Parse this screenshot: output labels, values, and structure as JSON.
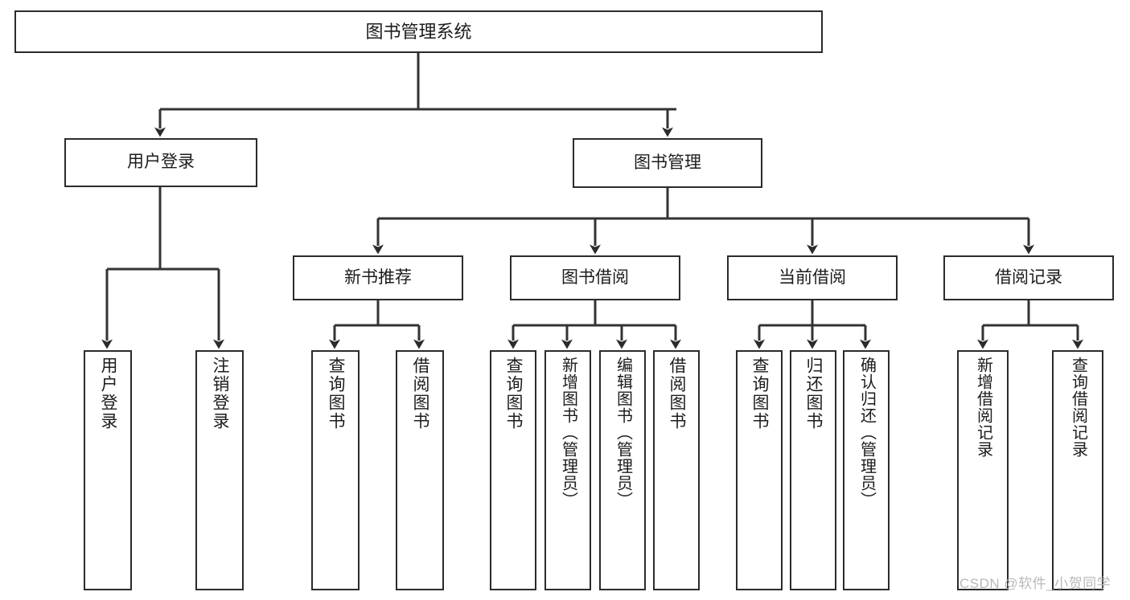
{
  "diagram": {
    "title": "图书管理系统",
    "type": "tree",
    "colors": {
      "background": "#ffffff",
      "box_border": "#2b2b2b",
      "connector": "#333333",
      "text": "#1c1c1c",
      "watermark": "#b9b9b9"
    },
    "nodes": {
      "root": {
        "label": "图书管理系统"
      },
      "level2": [
        {
          "label": "用户登录"
        },
        {
          "label": "图书管理"
        }
      ],
      "level3": [
        {
          "label": "新书推荐"
        },
        {
          "label": "图书借阅"
        },
        {
          "label": "当前借阅"
        },
        {
          "label": "借阅记录"
        }
      ],
      "leaves": {
        "user_login": [
          {
            "label": "用户登录"
          },
          {
            "label": "注销登录"
          }
        ],
        "new_book": [
          {
            "label": "查询图书"
          },
          {
            "label": "借阅图书"
          }
        ],
        "book_borrow": [
          {
            "label": "查询图书"
          },
          {
            "label": "新增图书（管理员）"
          },
          {
            "label": "编辑图书（管理员）"
          },
          {
            "label": "借阅图书"
          }
        ],
        "current_borrow": [
          {
            "label": "查询图书"
          },
          {
            "label": "归还图书"
          },
          {
            "label": "确认归还（管理员）"
          }
        ],
        "borrow_record": [
          {
            "label": "新增借阅记录"
          },
          {
            "label": "查询借阅记录"
          }
        ]
      }
    },
    "watermark": "CSDN @软件_小贺同学"
  }
}
